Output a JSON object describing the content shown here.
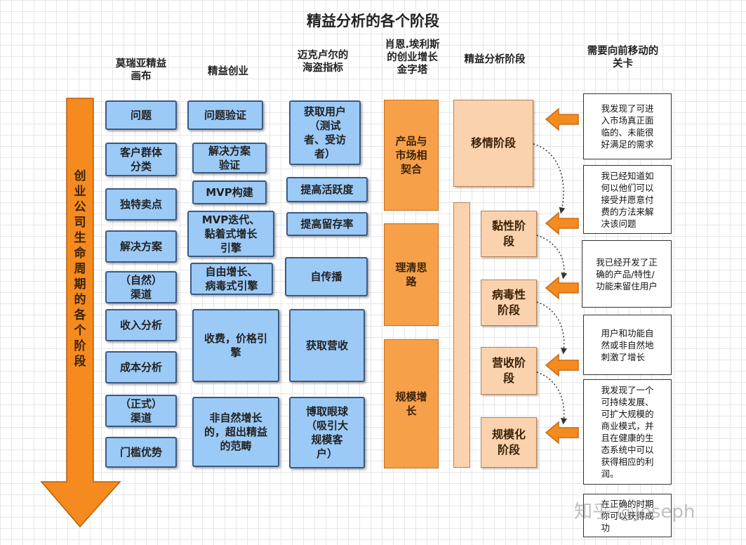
{
  "title": "精益分析的各个阶段",
  "headers": [
    "莫瑞亚精益\n画布",
    "精益创业",
    "迈克卢尔的\n海盗指标",
    "肖恩.埃利斯\n的创业增长\n金字塔",
    "精益分析阶段",
    "需要向前移动的\n关卡"
  ],
  "lifecycle_label": "创业公司生命周期的各个阶段",
  "canvas_items": [
    "问题",
    "客户群体\n分类",
    "独特卖点",
    "解决方案",
    "（自然）\n渠道",
    "收入分析",
    "成本分析",
    "（正式）\n渠道",
    "门槛优势"
  ],
  "lean_startup_items": [
    "问题验证",
    "解决方案\n验证",
    "MVP构建",
    "MVP迭代、\n黏着式增长\n引擎",
    "自由增长、\n病毒式引擎",
    "收费，价格引\n擎",
    "非自然增长\n的，超出精益\n的范畴"
  ],
  "pirate_metrics": [
    "获取用户\n（测试\n者、受访\n者）",
    "提高活跃度",
    "提高留存率",
    "自传播",
    "获取营收",
    "博取眼球\n（吸引大\n规模客\n户）"
  ],
  "pyramid": [
    "产品与\n市场相\n契合",
    "理清思\n路",
    "规模增\n长"
  ],
  "stages": [
    "移情阶段",
    "黏性阶\n段",
    "病毒性\n阶段",
    "营收阶\n段",
    "规模化\n阶段"
  ],
  "gates": [
    "我发现了可进\n入市场真正面\n临的、未能很\n好满足的需求",
    "我已经知道如\n何以他们可以\n接受并愿意付\n费的方法来解\n决该问题",
    "我已经开发了正\n确的产品/特性/\n功能来留住用户",
    "用户和功能自\n然或非自然地\n刺激了增长",
    "我发现了一个\n可持续发展、\n可扩大规模的\n商业模式，并\n且在健康的生\n态系统中可以\n获得相应的利\n润。",
    "在正确的时期\n你可以获得成\n功"
  ],
  "watermark": "知乎 @Joseph",
  "colors": {
    "arrow": "#f58a1f",
    "blue_box": "#9ccaf7",
    "pyramid": "#f7a04a",
    "stage": "#fbd2ae"
  }
}
